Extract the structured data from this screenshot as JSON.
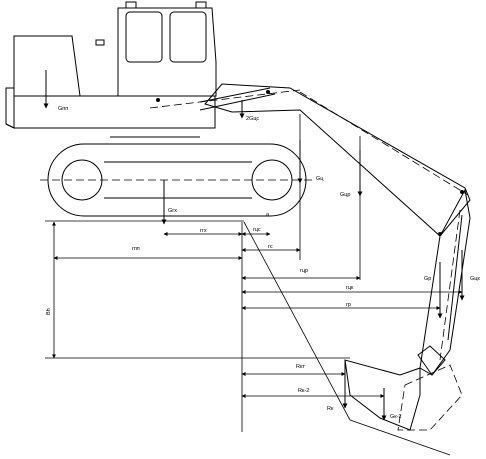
{
  "labels": {
    "g_machine": "Gпп",
    "g_boom_cyl": "2Gцс",
    "g_stick_cyl": "Gц",
    "g_boom": "Gцр",
    "g_track": "Gгх",
    "g_bucket_cyl": "Gр",
    "g_bucket_link": "Gцк",
    "g_bucket_soil": "Gк-2",
    "pt_a": "а",
    "dim_rx": "rгх",
    "dim_rgc": "rцс",
    "dim_rc": "rс",
    "dim_rpp": "rпп",
    "dim_rcp": "rцр",
    "dim_rgr": "rцк",
    "dim_rp": "rр",
    "dim_bh": "Вh",
    "dim_rkr": "Rкт",
    "dim_rk2": "Rк-2",
    "dim_rk": "Rк"
  }
}
